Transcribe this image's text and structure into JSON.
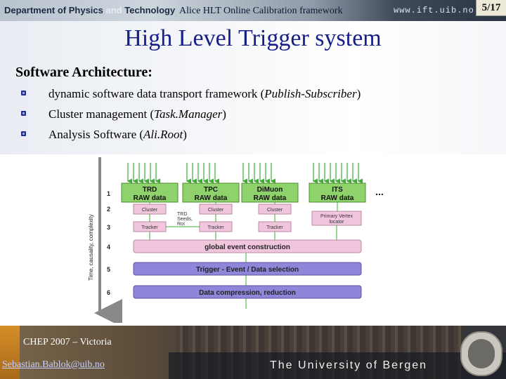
{
  "header": {
    "department_dark": "Department of Physics ",
    "department_faded": "and ",
    "department_end": "Technology",
    "presentation_title": "Alice HLT Online Calibration framework",
    "url": "www.ift.uib.no",
    "page_number": "5/17"
  },
  "slide": {
    "title": "High Level Trigger system",
    "section": "Software Architecture:",
    "bullets": [
      {
        "text": "dynamic software data transport framework (",
        "italic": "Publish-Subscriber",
        "end": ")"
      },
      {
        "text": "Cluster management (",
        "italic": "Task.Manager",
        "end": ")"
      },
      {
        "text": "Analysis Software (",
        "italic": "Ali.Root",
        "end": ")"
      }
    ]
  },
  "diagram": {
    "axis_label": "Time, causality, complexity",
    "row_numbers": [
      "1",
      "2",
      "3",
      "4",
      "5",
      "6"
    ],
    "detectors": [
      {
        "line1": "TRD",
        "line2": "RAW data"
      },
      {
        "line1": "TPC",
        "line2": "RAW data"
      },
      {
        "line1": "DiMuon",
        "line2": "RAW data"
      },
      {
        "line1": "ITS",
        "line2": "RAW data"
      }
    ],
    "ellipsis": "...",
    "cluster_label": "Cluster",
    "tracker_label": "Tracker",
    "trd_seeds": [
      "TRD",
      "Seeds,",
      "RoI"
    ],
    "vertex_locator": [
      "Primary Vertex",
      "locator"
    ],
    "global_event": "global event construction",
    "trigger": "Trigger - Event / Data selection",
    "compression": "Data compression, reduction",
    "colors": {
      "detector": "#8fd16a",
      "pink": "#f1c6dd",
      "purple": "#8e86d8",
      "arrow": "#3cae32"
    }
  },
  "footer": {
    "conference": "CHEP 2007 – Victoria",
    "email": "Sebastian.Bablok@uib.no",
    "university": "The University of Bergen"
  }
}
